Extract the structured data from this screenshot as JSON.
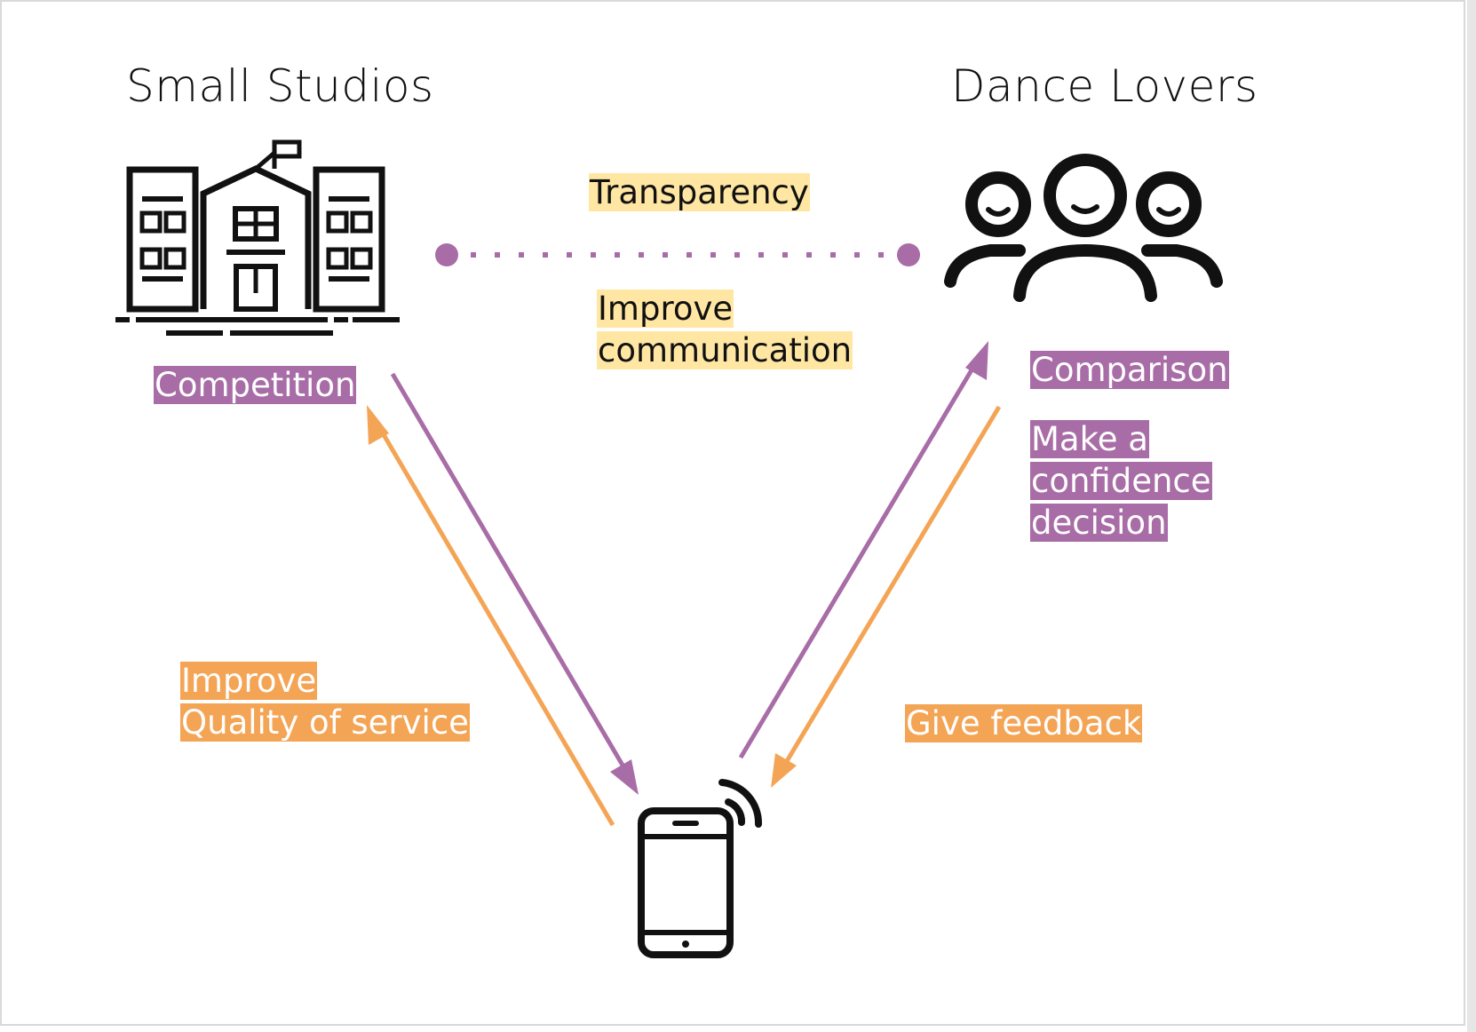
{
  "headings": {
    "left": "Small Studios",
    "right": "Dance Lovers"
  },
  "icons": {
    "left": "school-building-icon",
    "right": "group-of-people-icon",
    "bottom": "smartphone-signal-icon"
  },
  "connection_labels": {
    "top_1": "Transparency",
    "top_2": [
      "Improve",
      "communication"
    ]
  },
  "left_labels": {
    "competition": "Competition",
    "improve": [
      "Improve",
      "Quality of service"
    ]
  },
  "right_labels": {
    "comparison": "Comparison",
    "decision": [
      "Make a",
      "confidence",
      "decision"
    ],
    "feedback": "Give feedback"
  },
  "colors": {
    "purple": "#a86da6",
    "orange": "#f4a455",
    "yellow": "#ffe7a3",
    "ink": "#111111"
  }
}
